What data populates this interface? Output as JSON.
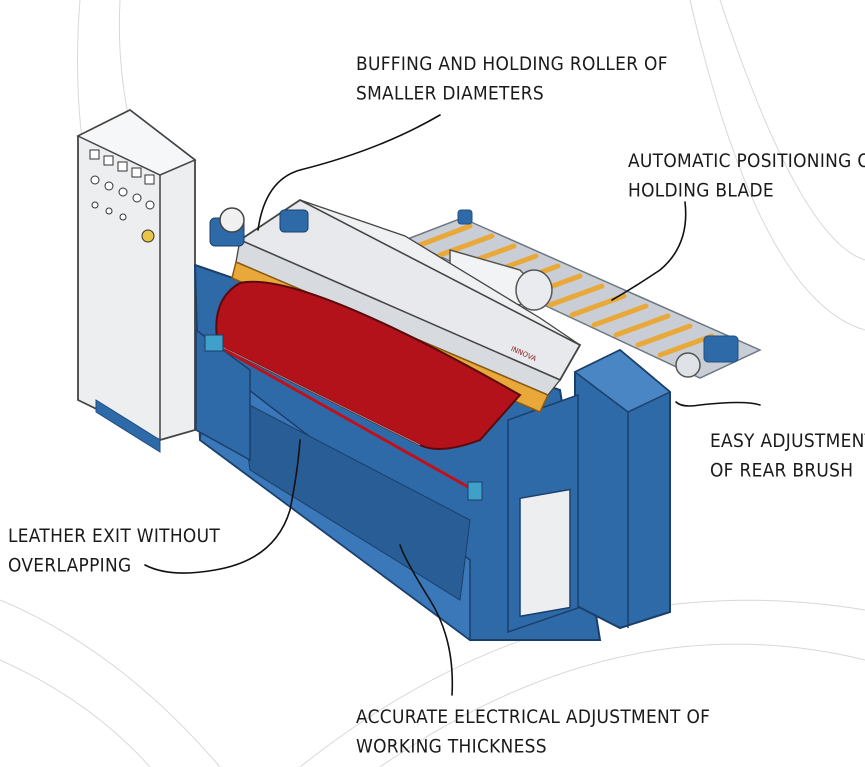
{
  "callouts": {
    "buffing_roller": {
      "line1": "Buffing and holding roller of",
      "line2": "smaller diameters"
    },
    "holding_blade": {
      "line1": "Automatic positioning of",
      "line2": "holding blade"
    },
    "rear_brush": {
      "line1": "Easy adjustment",
      "line2": "of rear brush"
    },
    "leather_exit": {
      "line1": "Leather exit without",
      "line2": "overlapping"
    },
    "working_thickness": {
      "line1": "Accurate electrical adjustment of",
      "line2": "working thickness"
    }
  },
  "machine": {
    "brand_label": "INNOVA"
  },
  "colors": {
    "frame_blue": "#2f6aa8",
    "frame_blue_dark": "#1f4f86",
    "felt_red": "#b3121b",
    "roller_yellow": "#e9a93a",
    "housing_gray": "#e7e9ec",
    "cabinet_gray": "#eceef0",
    "background": "#ffffff"
  }
}
